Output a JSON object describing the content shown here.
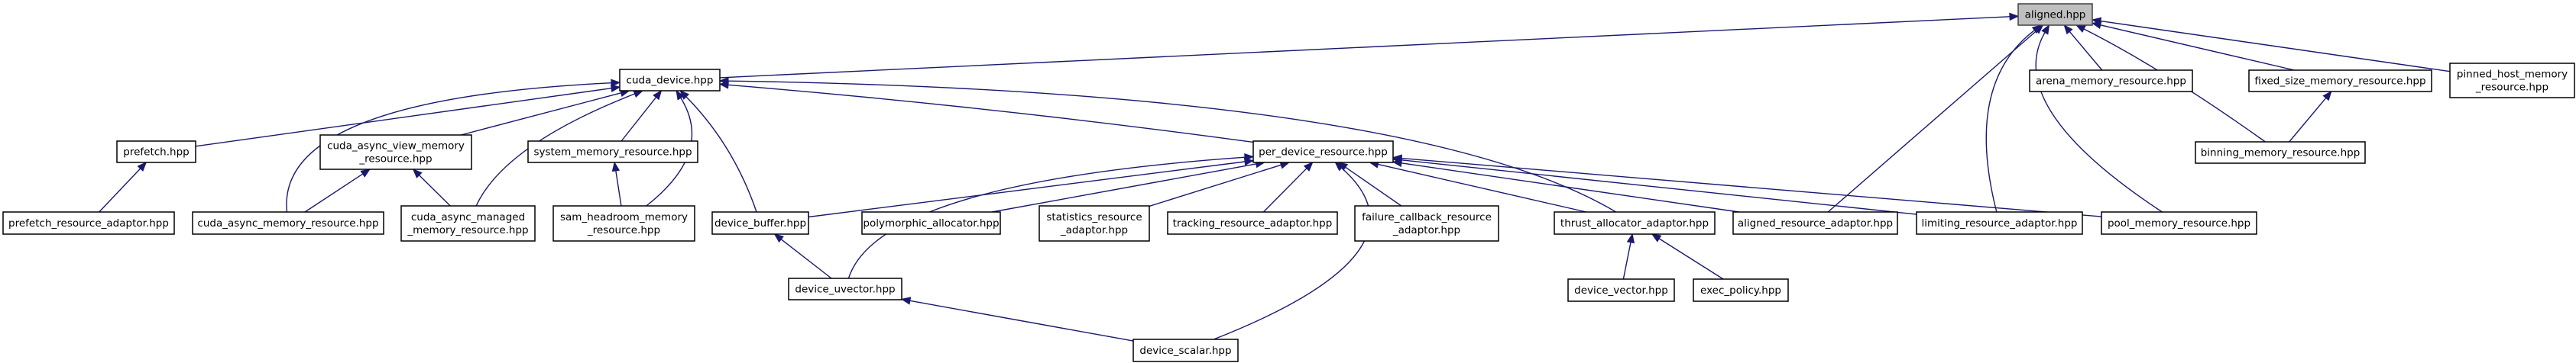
{
  "diagram": {
    "title": "aligned.hpp include dependency graph",
    "root": "aligned",
    "colors": {
      "edge": "#191970",
      "root_fill": "#bfbfbf",
      "node_fill": "#ffffff",
      "node_border": "#000000"
    },
    "nodes": [
      {
        "id": "aligned",
        "lines": [
          "aligned.hpp"
        ]
      },
      {
        "id": "cuda_device",
        "lines": [
          "cuda_device.hpp"
        ]
      },
      {
        "id": "arena",
        "lines": [
          "arena_memory_resource.hpp"
        ]
      },
      {
        "id": "fixed_size",
        "lines": [
          "fixed_size_memory_resource.hpp"
        ]
      },
      {
        "id": "pinned_host",
        "lines": [
          "pinned_host_memory",
          "_resource.hpp"
        ]
      },
      {
        "id": "binning",
        "lines": [
          "binning_memory_resource.hpp"
        ]
      },
      {
        "id": "prefetch",
        "lines": [
          "prefetch.hpp"
        ]
      },
      {
        "id": "cuda_async_view",
        "lines": [
          "cuda_async_view_memory",
          "_resource.hpp"
        ]
      },
      {
        "id": "system_memory",
        "lines": [
          "system_memory_resource.hpp"
        ]
      },
      {
        "id": "per_device",
        "lines": [
          "per_device_resource.hpp"
        ]
      },
      {
        "id": "prefetch_adaptor",
        "lines": [
          "prefetch_resource_adaptor.hpp"
        ]
      },
      {
        "id": "cuda_async_memory",
        "lines": [
          "cuda_async_memory_resource.hpp"
        ]
      },
      {
        "id": "cuda_async_managed",
        "lines": [
          "cuda_async_managed",
          "_memory_resource.hpp"
        ]
      },
      {
        "id": "sam_headroom",
        "lines": [
          "sam_headroom_memory",
          "_resource.hpp"
        ]
      },
      {
        "id": "device_buffer",
        "lines": [
          "device_buffer.hpp"
        ]
      },
      {
        "id": "polymorphic_allocator",
        "lines": [
          "polymorphic_allocator.hpp"
        ]
      },
      {
        "id": "statistics",
        "lines": [
          "statistics_resource",
          "_adaptor.hpp"
        ]
      },
      {
        "id": "tracking",
        "lines": [
          "tracking_resource_adaptor.hpp"
        ]
      },
      {
        "id": "failure_callback",
        "lines": [
          "failure_callback_resource",
          "_adaptor.hpp"
        ]
      },
      {
        "id": "thrust_allocator",
        "lines": [
          "thrust_allocator_adaptor.hpp"
        ]
      },
      {
        "id": "aligned_adaptor",
        "lines": [
          "aligned_resource_adaptor.hpp"
        ]
      },
      {
        "id": "limiting",
        "lines": [
          "limiting_resource_adaptor.hpp"
        ]
      },
      {
        "id": "pool",
        "lines": [
          "pool_memory_resource.hpp"
        ]
      },
      {
        "id": "device_uvector",
        "lines": [
          "device_uvector.hpp"
        ]
      },
      {
        "id": "device_vector",
        "lines": [
          "device_vector.hpp"
        ]
      },
      {
        "id": "exec_policy",
        "lines": [
          "exec_policy.hpp"
        ]
      },
      {
        "id": "device_scalar",
        "lines": [
          "device_scalar.hpp"
        ]
      }
    ],
    "edges": [
      {
        "from": "cuda_device",
        "to": "aligned"
      },
      {
        "from": "arena",
        "to": "aligned"
      },
      {
        "from": "fixed_size",
        "to": "aligned"
      },
      {
        "from": "pinned_host",
        "to": "aligned"
      },
      {
        "from": "binning",
        "to": "aligned"
      },
      {
        "from": "aligned_adaptor",
        "to": "aligned"
      },
      {
        "from": "limiting",
        "to": "aligned"
      },
      {
        "from": "pool",
        "to": "aligned"
      },
      {
        "from": "binning",
        "to": "fixed_size"
      },
      {
        "from": "prefetch",
        "to": "cuda_device"
      },
      {
        "from": "cuda_async_view",
        "to": "cuda_device"
      },
      {
        "from": "cuda_async_memory",
        "to": "cuda_device"
      },
      {
        "from": "cuda_async_managed",
        "to": "cuda_device"
      },
      {
        "from": "system_memory",
        "to": "cuda_device"
      },
      {
        "from": "sam_headroom",
        "to": "cuda_device"
      },
      {
        "from": "device_buffer",
        "to": "cuda_device"
      },
      {
        "from": "per_device",
        "to": "cuda_device"
      },
      {
        "from": "thrust_allocator",
        "to": "cuda_device"
      },
      {
        "from": "prefetch_adaptor",
        "to": "prefetch"
      },
      {
        "from": "cuda_async_memory",
        "to": "cuda_async_view"
      },
      {
        "from": "cuda_async_managed",
        "to": "cuda_async_view"
      },
      {
        "from": "sam_headroom",
        "to": "system_memory"
      },
      {
        "from": "device_buffer",
        "to": "per_device"
      },
      {
        "from": "device_uvector",
        "to": "per_device"
      },
      {
        "from": "polymorphic_allocator",
        "to": "per_device"
      },
      {
        "from": "statistics",
        "to": "per_device"
      },
      {
        "from": "tracking",
        "to": "per_device"
      },
      {
        "from": "failure_callback",
        "to": "per_device"
      },
      {
        "from": "device_scalar",
        "to": "per_device"
      },
      {
        "from": "thrust_allocator",
        "to": "per_device"
      },
      {
        "from": "aligned_adaptor",
        "to": "per_device"
      },
      {
        "from": "limiting",
        "to": "per_device"
      },
      {
        "from": "pool",
        "to": "per_device"
      },
      {
        "from": "device_uvector",
        "to": "device_buffer"
      },
      {
        "from": "device_scalar",
        "to": "device_uvector"
      },
      {
        "from": "device_vector",
        "to": "thrust_allocator"
      },
      {
        "from": "exec_policy",
        "to": "thrust_allocator"
      }
    ]
  }
}
